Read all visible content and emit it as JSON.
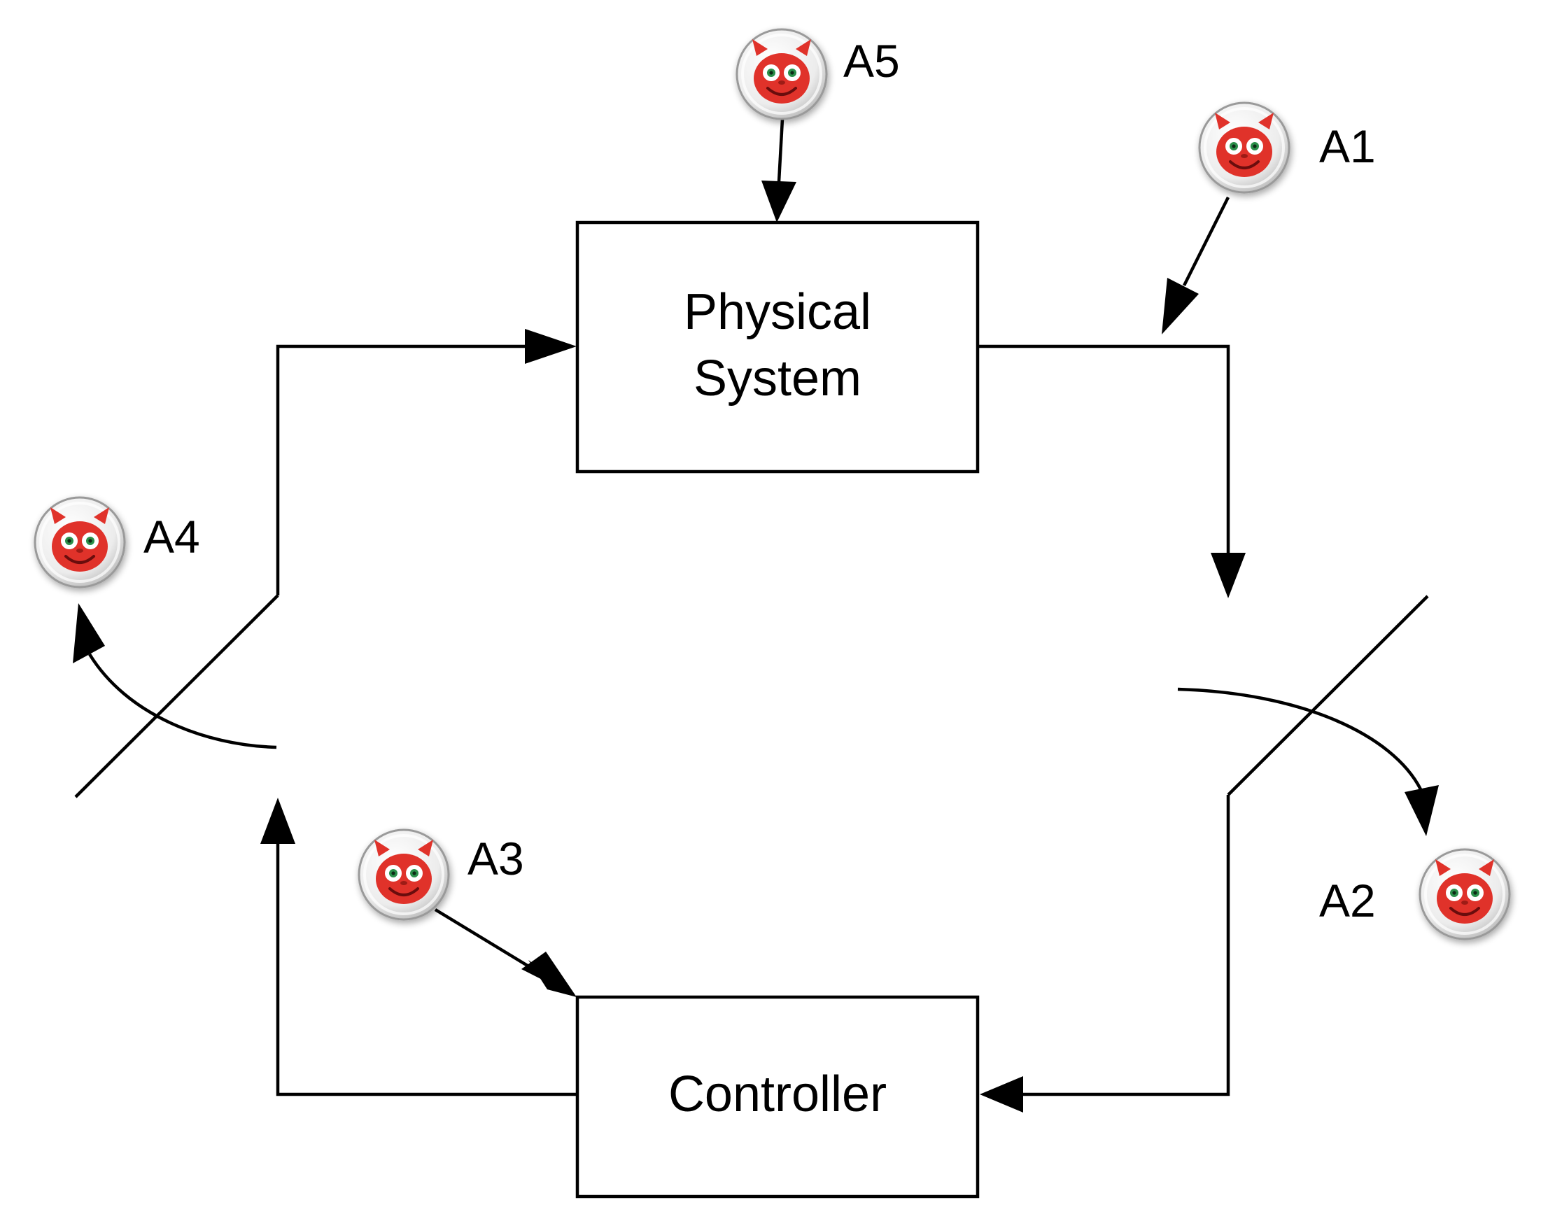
{
  "blocks": {
    "physical_system": {
      "line1": "Physical",
      "line2": "System"
    },
    "controller": {
      "label": "Controller"
    }
  },
  "attackers": [
    {
      "id": "A1",
      "label": "A1",
      "icon": "devil-face-icon"
    },
    {
      "id": "A2",
      "label": "A2",
      "icon": "devil-face-icon"
    },
    {
      "id": "A3",
      "label": "A3",
      "icon": "devil-face-icon"
    },
    {
      "id": "A4",
      "label": "A4",
      "icon": "devil-face-icon"
    },
    {
      "id": "A5",
      "label": "A5",
      "icon": "devil-face-icon"
    }
  ],
  "colors": {
    "line": "#000000",
    "attacker_face": "#e0312b",
    "attacker_badge": "#f4f4f4"
  }
}
